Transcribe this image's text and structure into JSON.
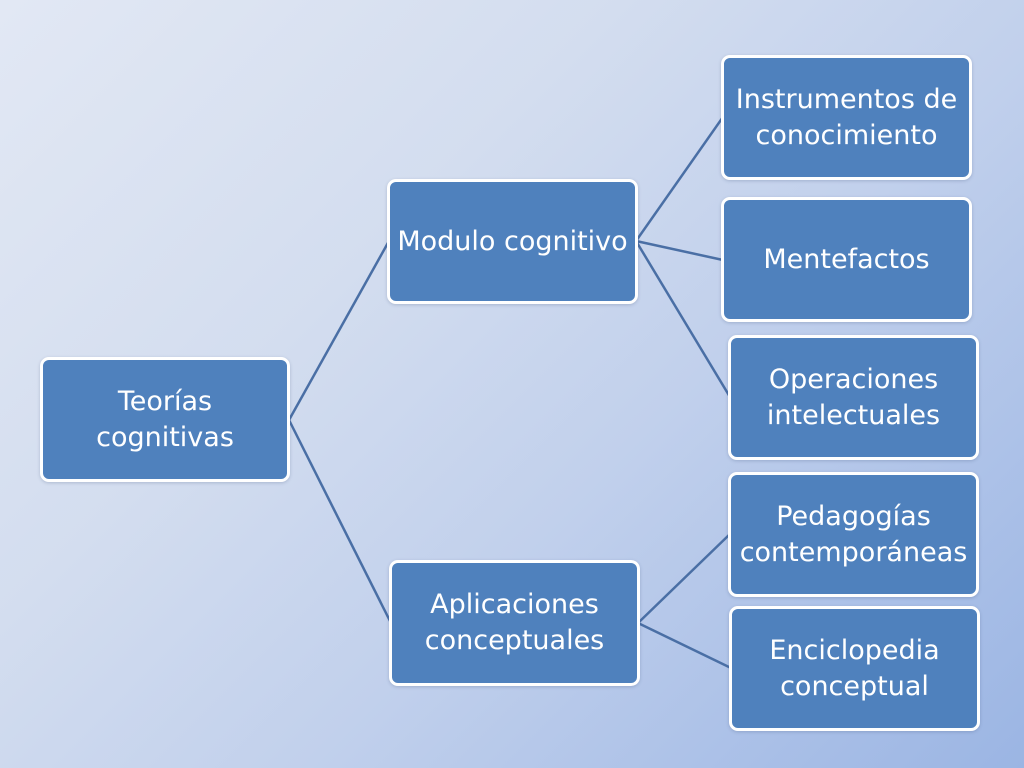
{
  "colors": {
    "node_fill": "#4f81bd",
    "node_border": "#ffffff",
    "connector": "#4a6fa5",
    "text": "#ffffff"
  },
  "nodes": {
    "root": "Teorías cognitivas",
    "modulo": "Modulo cognitivo",
    "aplicaciones": "Aplicaciones conceptuales",
    "instrumentos": "Instrumentos de conocimiento",
    "mentefactos": "Mentefactos",
    "operaciones": "Operaciones intelectuales",
    "pedagogias": "Pedagogías contemporáneas",
    "enciclopedia": "Enciclopedia conceptual"
  }
}
